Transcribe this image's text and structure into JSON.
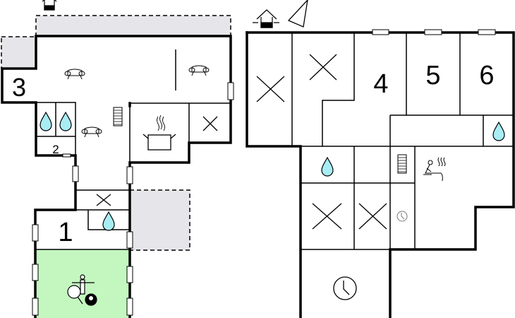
{
  "floorplan": {
    "room_labels": {
      "r1": "1",
      "r2": "2",
      "r3": "3",
      "r4": "4",
      "r5": "5",
      "r6": "6"
    },
    "colors": {
      "activity_room": "#c4f7c0",
      "terrace": "#e6e6ea",
      "water": "#a8ecf4"
    },
    "icons": [
      "entrance-icon",
      "north-arrow-icon",
      "sofa-icon",
      "stairs-icon",
      "cooking-pot-icon",
      "water-drop-icon",
      "sauna-icon",
      "clock-icon",
      "table-tennis-icon",
      "foosball-icon",
      "billiard-ball-icon"
    ]
  }
}
